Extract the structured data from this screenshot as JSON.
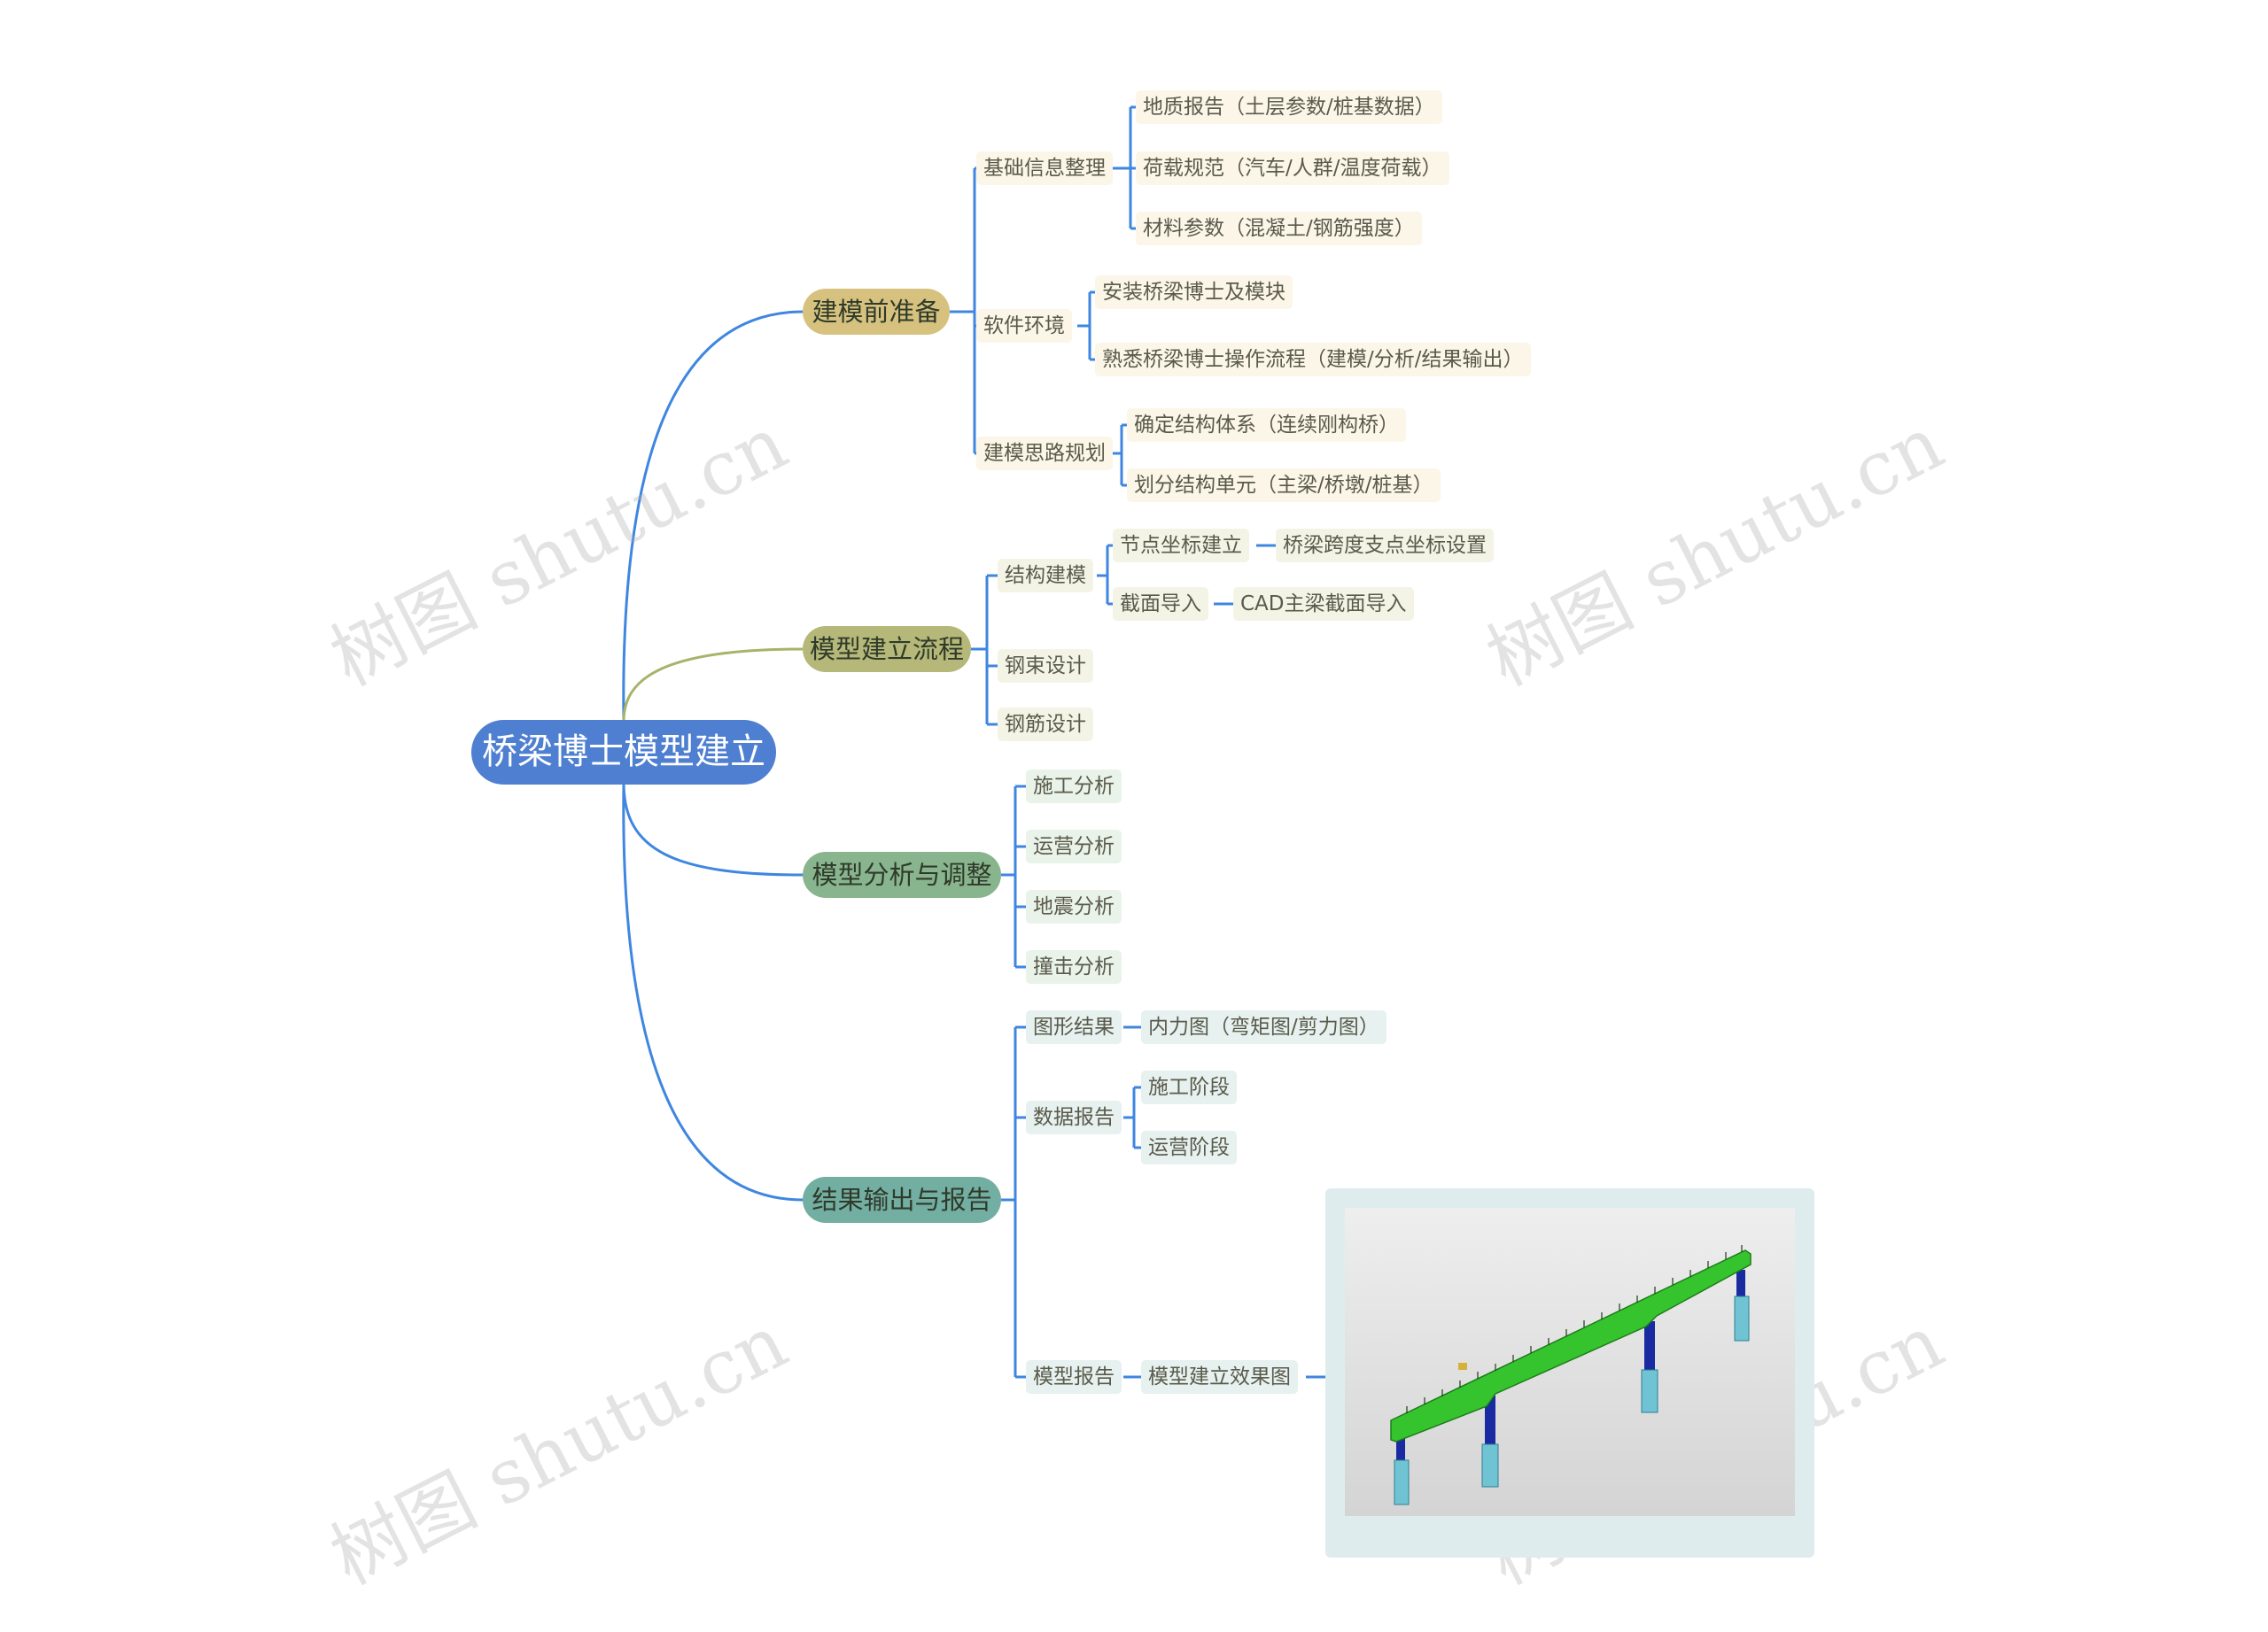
{
  "root": "桥梁博士模型建立",
  "branches": {
    "b1": {
      "label": "建模前准备",
      "c1": {
        "label": "基础信息整理",
        "items": [
          "地质报告（土层参数/桩基数据）",
          "荷载规范（汽车/人群/温度荷载）",
          "材料参数（混凝土/钢筋强度）"
        ]
      },
      "c2": {
        "label": "软件环境",
        "items": [
          "安装桥梁博士及模块",
          "熟悉桥梁博士操作流程（建模/分析/结果输出）"
        ]
      },
      "c3": {
        "label": "建模思路规划",
        "items": [
          "确定结构体系（连续刚构桥）",
          "划分结构单元（主梁/桥墩/桩基）"
        ]
      }
    },
    "b2": {
      "label": "模型建立流程",
      "c1": {
        "label": "结构建模",
        "s1": "节点坐标建立",
        "s1c": "桥梁跨度支点坐标设置",
        "s2": "截面导入",
        "s2c": "CAD主梁截面导入"
      },
      "c2": "钢束设计",
      "c3": "钢筋设计"
    },
    "b3": {
      "label": "模型分析与调整",
      "items": [
        "施工分析",
        "运营分析",
        "地震分析",
        "撞击分析"
      ]
    },
    "b4": {
      "label": "结果输出与报告",
      "c1": {
        "label": "图形结果",
        "child": "内力图（弯矩图/剪力图）"
      },
      "c2": {
        "label": "数据报告",
        "items": [
          "施工阶段",
          "运营阶段"
        ]
      },
      "c3": {
        "label": "模型报告",
        "child": "模型建立效果图"
      }
    }
  },
  "watermark": "树图 shutu.cn",
  "colors": {
    "root": "#4e7fd1",
    "b1": "#d5c07a",
    "b2": "#b4b776",
    "b3": "#86b48c",
    "b4": "#72aea1"
  }
}
